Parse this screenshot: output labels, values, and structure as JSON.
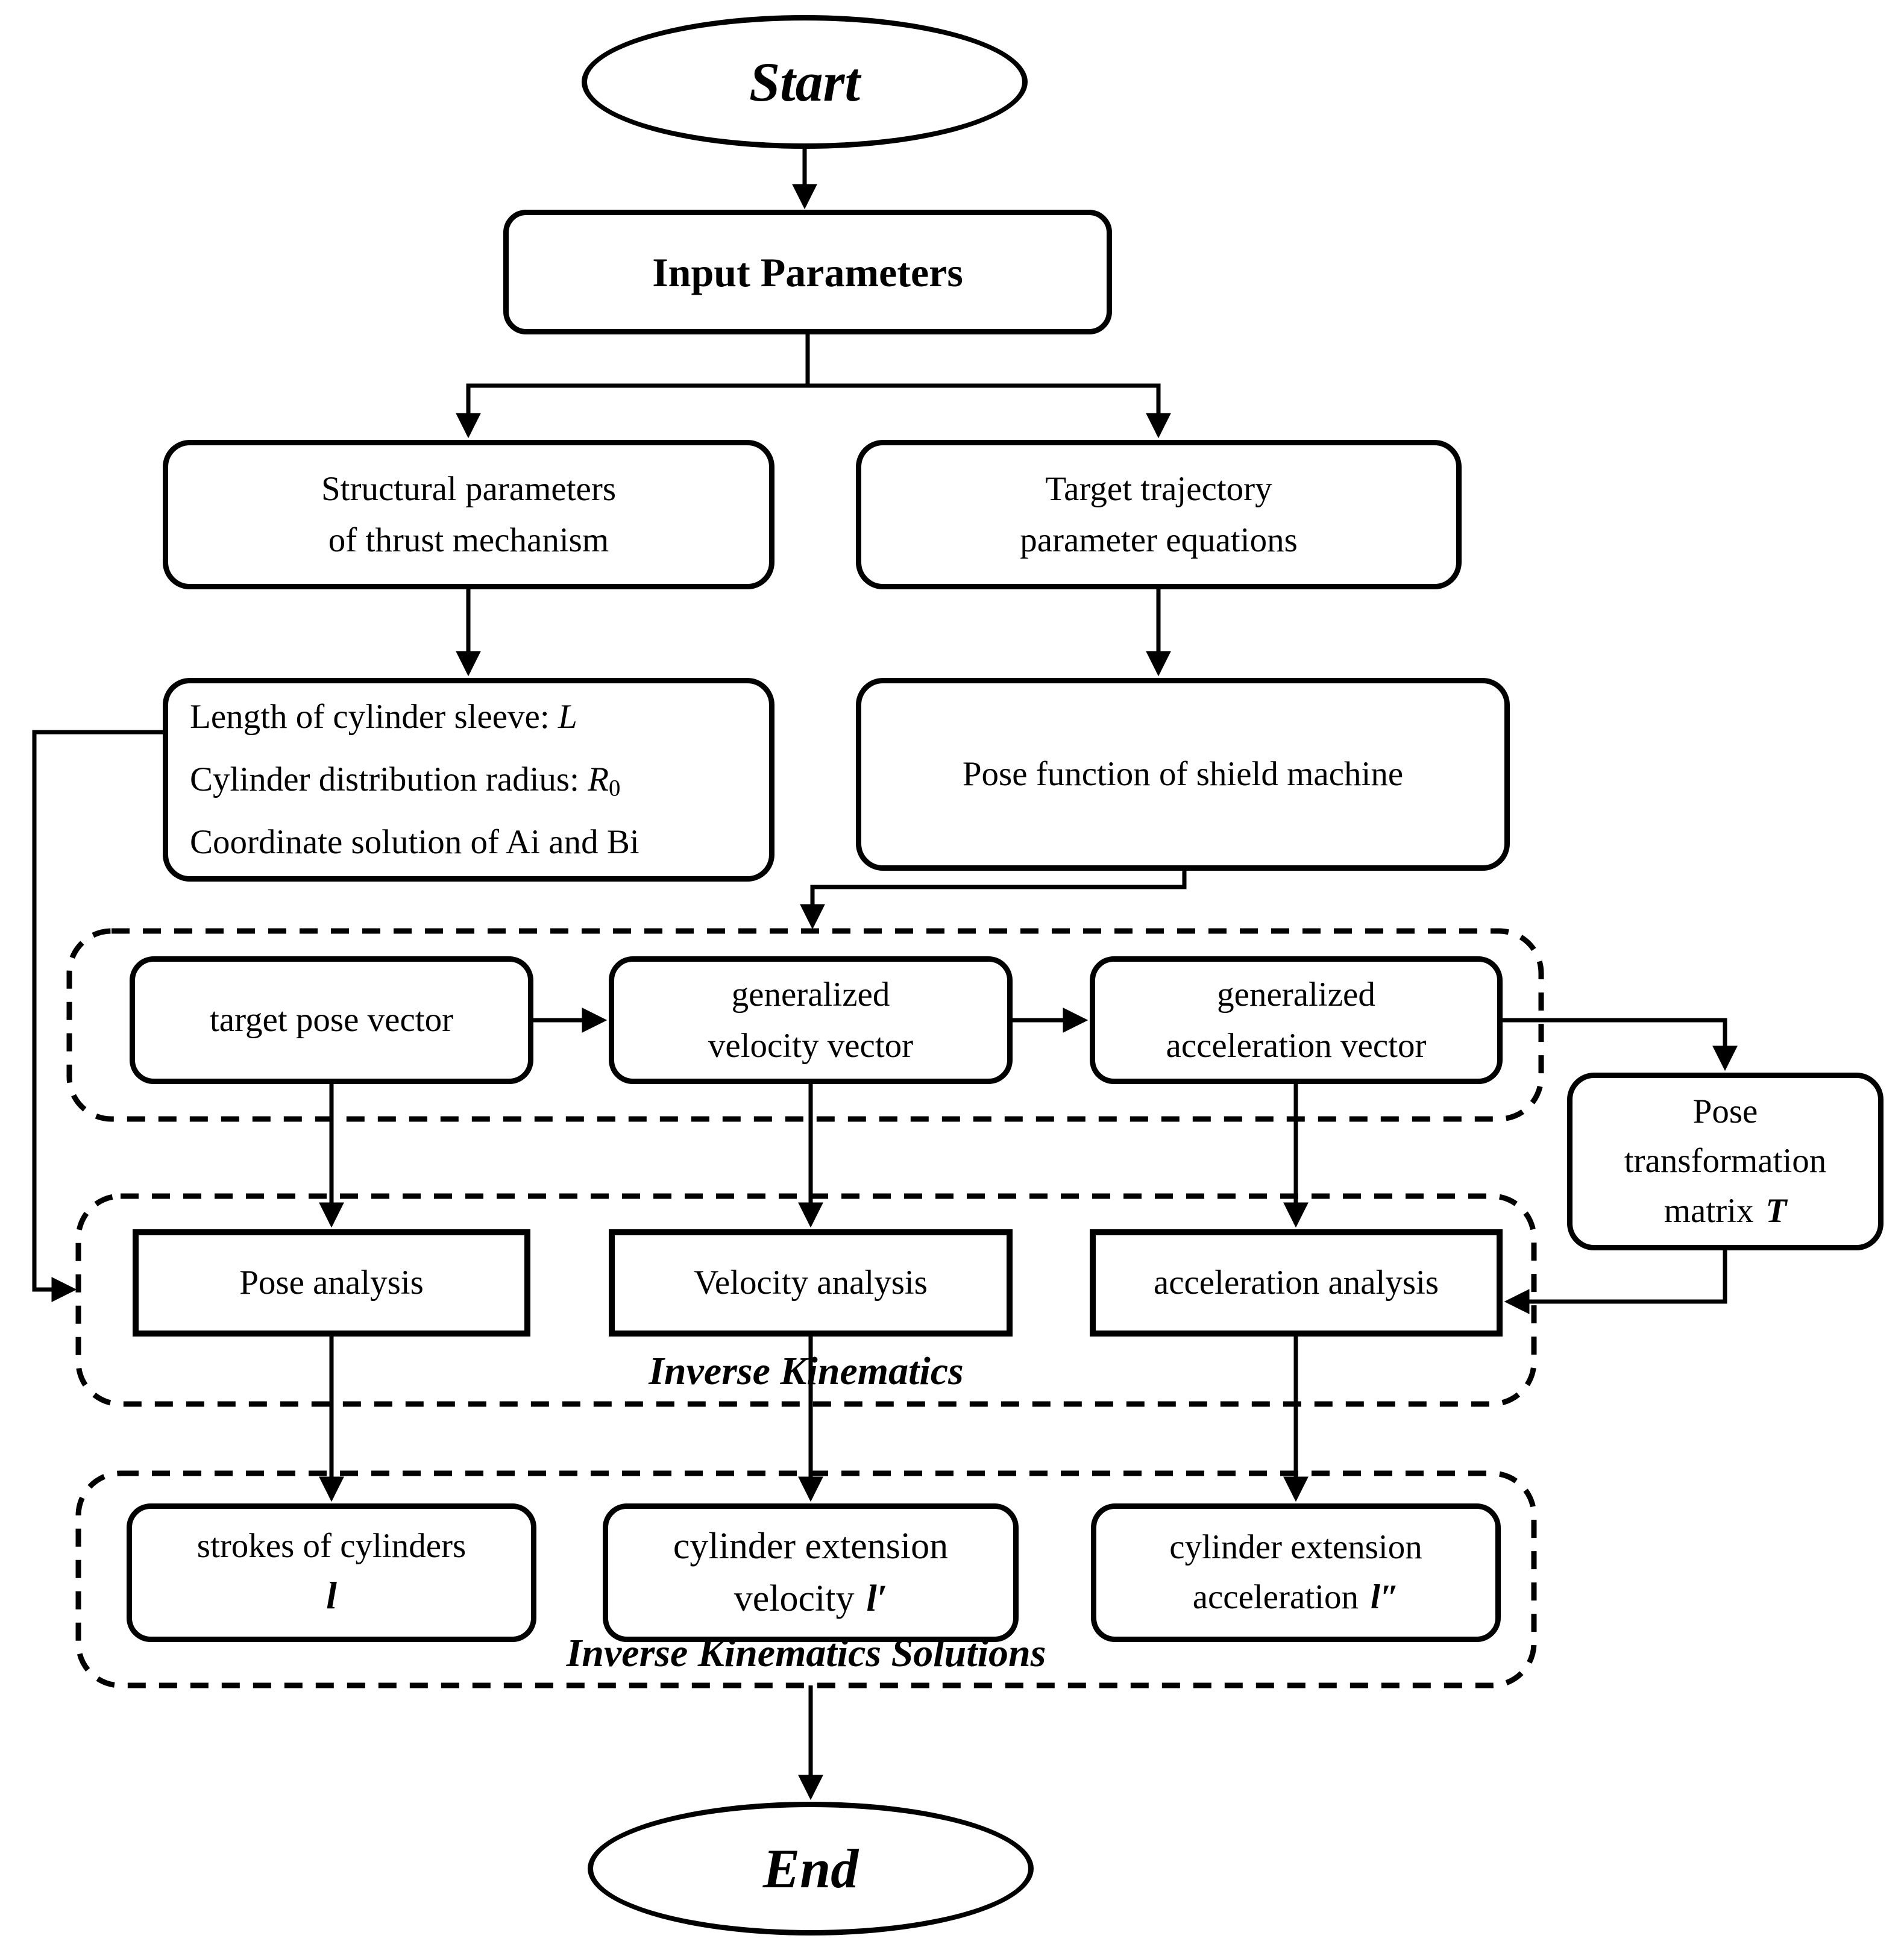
{
  "nodes": {
    "start": {
      "label": "Start"
    },
    "input_parameters": {
      "label": "Input Parameters"
    },
    "structural_parameters": {
      "line1": "Structural parameters",
      "line2": "of thrust mechanism"
    },
    "target_trajectory": {
      "line1": "Target trajectory",
      "line2": "parameter equations"
    },
    "cylinder_parameters": {
      "line1_text": "Length of cylinder sleeve: ",
      "line1_var": "L",
      "line2_text": "Cylinder distribution radius: ",
      "line2_var": "R",
      "line2_sub": "0",
      "line3_text": "Coordinate solution of Ai and Bi"
    },
    "pose_function": {
      "label": "Pose function of shield machine"
    },
    "target_pose_vector": {
      "label": "target pose vector"
    },
    "generalized_velocity_vector": {
      "line1": "generalized",
      "line2": "velocity vector"
    },
    "generalized_acceleration_vector": {
      "line1": "generalized",
      "line2": "acceleration vector"
    },
    "pose_transformation_matrix": {
      "line1": "Pose",
      "line2": "transformation",
      "line3_text": "matrix",
      "line3_var": "T"
    },
    "pose_analysis": {
      "label": "Pose analysis"
    },
    "velocity_analysis": {
      "label": "Velocity analysis"
    },
    "acceleration_analysis": {
      "label": "acceleration analysis"
    },
    "strokes_of_cylinders": {
      "line1": "strokes of cylinders",
      "var": "l"
    },
    "cylinder_extension_velocity": {
      "line1": "cylinder extension",
      "line2_text": "velocity",
      "line2_var": "l′"
    },
    "cylinder_extension_acceleration": {
      "line1": "cylinder extension",
      "line2_text": "acceleration",
      "line2_var": "l″"
    },
    "end": {
      "label": "End"
    }
  },
  "section_labels": {
    "inverse_kinematics": "Inverse Kinematics",
    "inverse_kinematics_solutions": "Inverse Kinematics Solutions"
  },
  "colors": {
    "line": "#000000",
    "background": "#ffffff",
    "text": "#000000"
  }
}
